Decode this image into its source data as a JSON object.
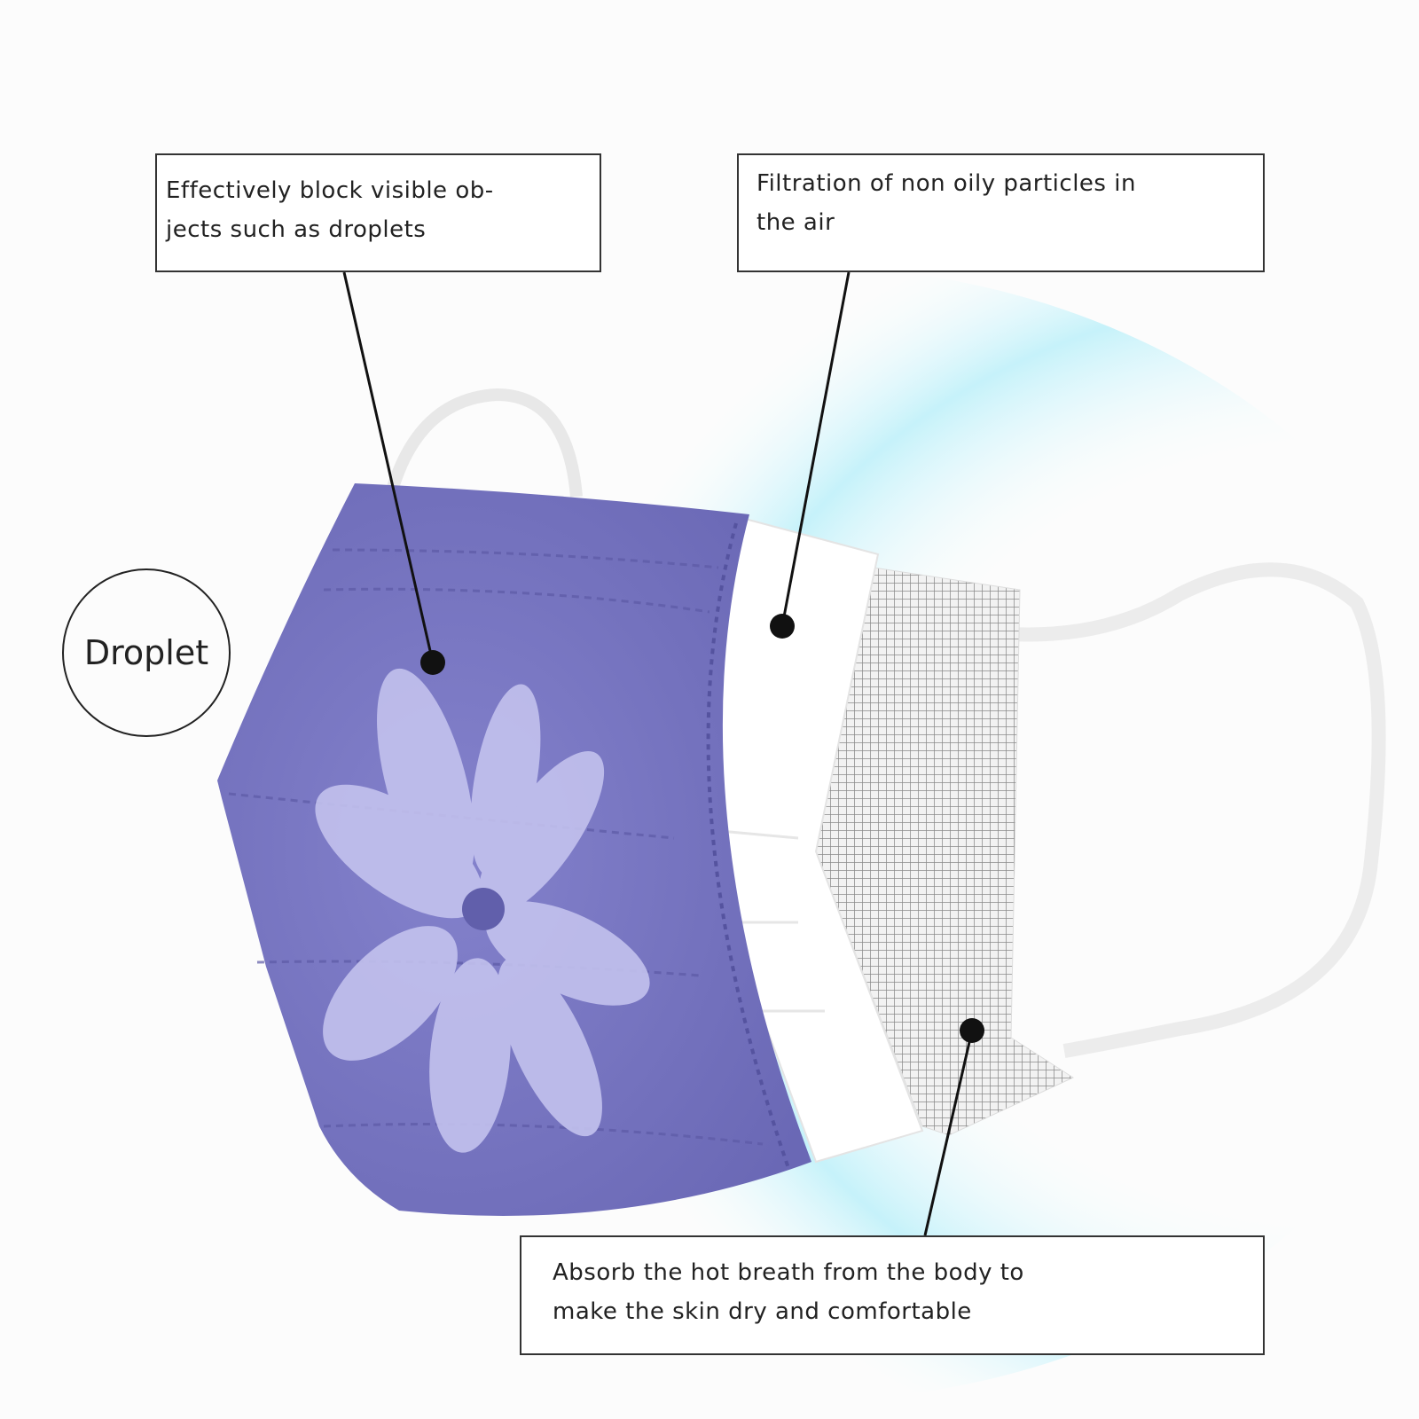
{
  "callouts": {
    "outer_layer": "Effectively block visible ob-\njects such as droplets",
    "middle_layer": "Filtration of non oily particles in\nthe air",
    "inner_layer": "Absorb the hot breath from the body to\nmake the skin dry and comfortable"
  },
  "droplet_label": "Droplet",
  "colors": {
    "mask_purple": "#7a78c4",
    "flower": "#c2c1ec",
    "glow": "#c6f2fa",
    "line": "#111111"
  }
}
